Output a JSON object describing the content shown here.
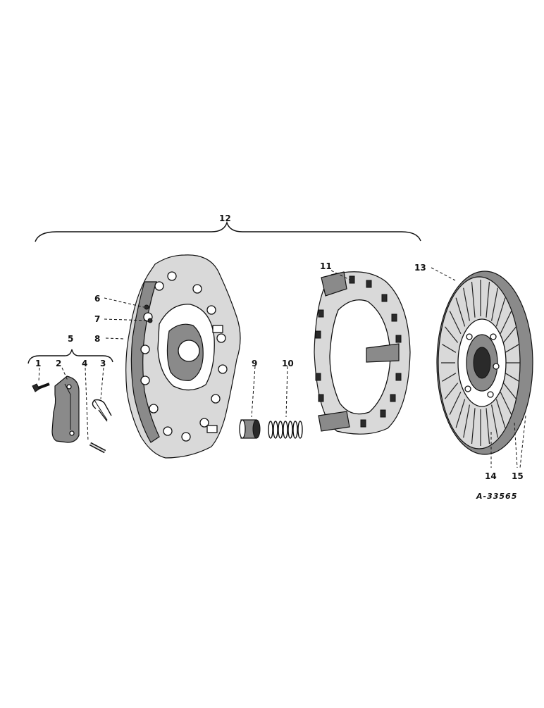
{
  "figure_id": "A-33565",
  "callouts": {
    "c1": "1",
    "c2": "2",
    "c3": "3",
    "c4": "4",
    "c5": "5",
    "c6": "6",
    "c7": "7",
    "c8": "8",
    "c9": "9",
    "c10": "10",
    "c11": "11",
    "c12": "12",
    "c13": "13",
    "c14": "14",
    "c15": "15"
  }
}
